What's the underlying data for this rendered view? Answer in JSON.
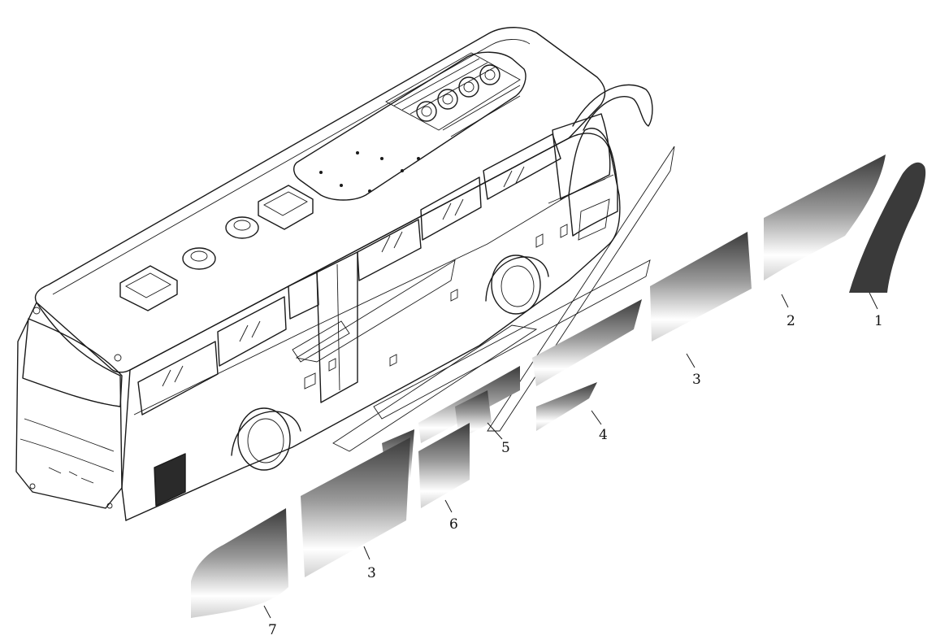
{
  "callouts": [
    {
      "id": "c1",
      "label": "1"
    },
    {
      "id": "c2",
      "label": "2"
    },
    {
      "id": "c3a",
      "label": "3"
    },
    {
      "id": "c4",
      "label": "4"
    },
    {
      "id": "c5",
      "label": "5"
    },
    {
      "id": "c6",
      "label": "6"
    },
    {
      "id": "c3b",
      "label": "3"
    },
    {
      "id": "c7",
      "label": "7"
    }
  ],
  "colors": {
    "line": "#1a1a1a",
    "decal_dark": "#3a3a3a",
    "decal_mid": "#8a8a8a",
    "decal_light": "#ffffff"
  }
}
